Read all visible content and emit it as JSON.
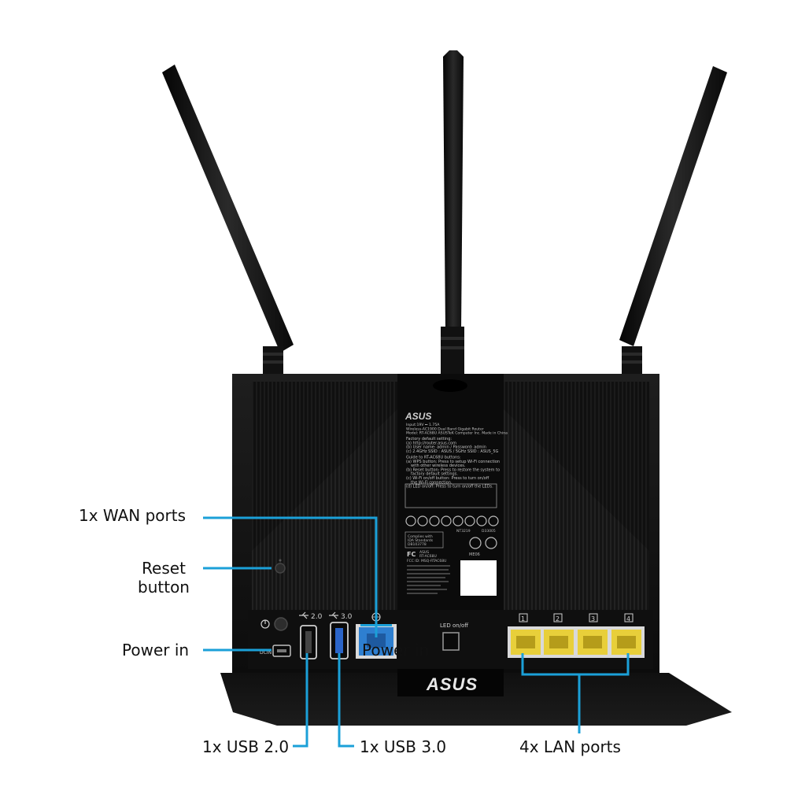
{
  "product": {
    "brand_logo": "ASUS",
    "model_label": "RT-AC68U"
  },
  "label_plate": {
    "lines": [
      "Input:19V ⎓ 1.75A",
      "Wireless-AC1900 Dual Band Gigabit Router",
      "Model: RT-AC68U  ASUSTeK Computer Inc.  Made in China",
      "Factory default setting:",
      "(a) http://router.asus.com",
      "(b) User name: admin / Password: admin",
      "(c) 2.4GHz SSID : ASUS / 5GHz SSID : ASUS_5G",
      "Guide to RT-AC68U buttons:",
      "(a) WPS button: Press to setup Wi-Fi connection",
      "with other wireless devices.",
      "(b) Reset button: Press to restore the system to",
      "factory default settings.",
      "(c) Wi-Fi on/off button: Press to turn on/off",
      "the Wi-Fi connection.",
      "(d) LED on/off: Press to turn on/off the LEDs."
    ],
    "compliance_lines": [
      "Complies with",
      "IDA Standards",
      "DB103778"
    ],
    "ntc_code": "NT3219",
    "d_code": "D33005",
    "fcc_lines": [
      "ASUS",
      "RT-AC68U",
      "FCC ID: MSQ-RTAC68U"
    ],
    "me_code": "ME06"
  },
  "port_labels": {
    "usb2": "2.0",
    "usb3": "3.0",
    "dcin": "DCIN",
    "led": "LED on/off",
    "lan_numbers": [
      "1",
      "2",
      "3",
      "4"
    ]
  },
  "callouts": {
    "wan": "1x WAN ports",
    "reset_line1": "Reset",
    "reset_line2": "button",
    "power": "Power in",
    "power_overlay": "Power in",
    "usb2": "1x USB 2.0",
    "usb3": "1x USB 3.0",
    "lan": "4x LAN ports"
  },
  "colors": {
    "router_body": "#141414",
    "callout_line": "#1ba0d8",
    "wan_port": "#2e7fd0",
    "lan_port": "#e8cf3a",
    "usb3_port": "#2a64c8"
  }
}
